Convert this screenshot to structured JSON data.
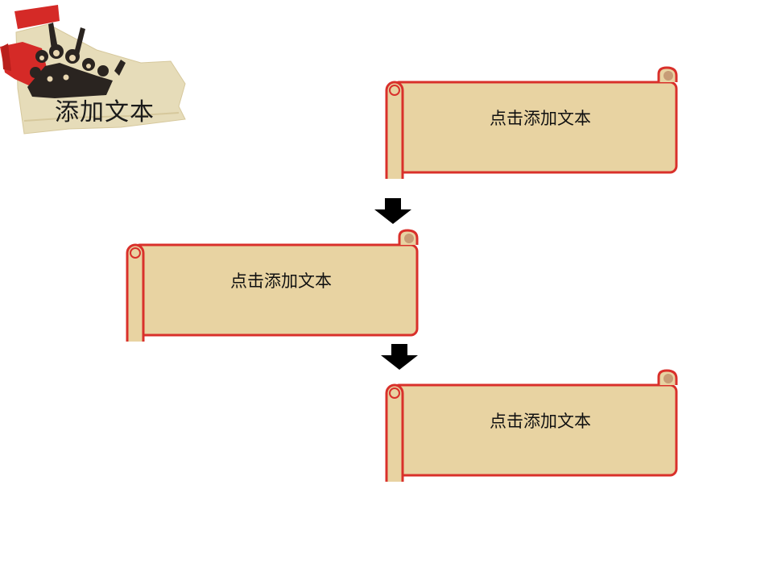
{
  "header": {
    "title": "添加文本",
    "poster_image": "revolutionary-poster-crowd-with-red-flags"
  },
  "scrolls": [
    {
      "label": "点击添加文本"
    },
    {
      "label": "点击添加文本"
    },
    {
      "label": "点击添加文本"
    }
  ],
  "arrows": [
    "arrow-down-icon",
    "arrow-down-icon"
  ],
  "colors": {
    "scroll_fill": "#e8d3a2",
    "scroll_border": "#d9302b",
    "scroll_curl": "#c79c76",
    "arrow": "#000000",
    "paper": "#e6dcb9",
    "flag_red": "#d52a27"
  }
}
